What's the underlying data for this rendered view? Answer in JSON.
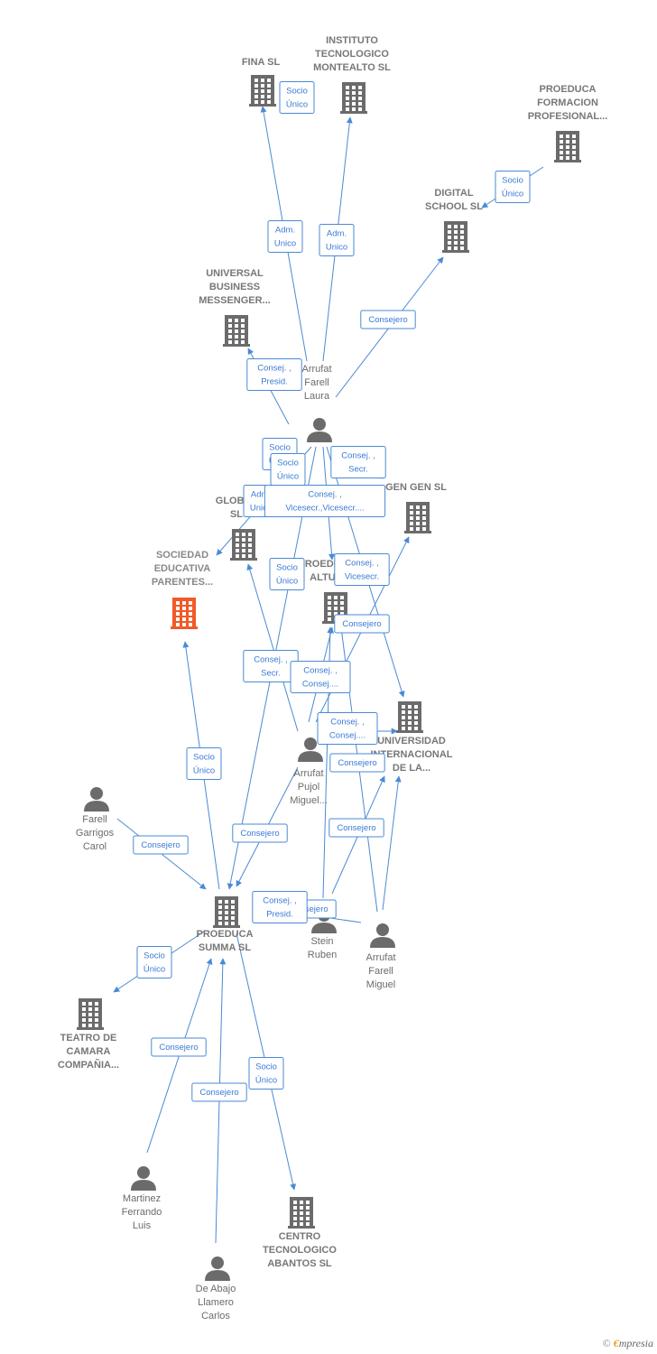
{
  "nodes": [
    {
      "id": "fina",
      "type": "company",
      "label": [
        "FINA SL"
      ],
      "style": "bold"
    },
    {
      "id": "instituto",
      "type": "company",
      "label": [
        "INSTITUTO",
        "TECNOLOGICO",
        "MONTEALTO SL"
      ],
      "style": "bold"
    },
    {
      "id": "proeduca_formacion",
      "type": "company",
      "label": [
        "PROEDUCA",
        "FORMACION",
        "PROFESIONAL..."
      ],
      "style": "bold"
    },
    {
      "id": "digital",
      "type": "company",
      "label": [
        "DIGITAL",
        "SCHOOL SL"
      ],
      "style": "bold"
    },
    {
      "id": "universal",
      "type": "company",
      "label": [
        "UNIVERSAL",
        "BUSINESS",
        "MESSENGER..."
      ],
      "style": "bold"
    },
    {
      "id": "laura",
      "type": "person",
      "label": [
        "Arrufat",
        "Farell",
        "Laura"
      ],
      "style": "normal"
    },
    {
      "id": "gengen",
      "type": "company",
      "label": [
        "GEN GEN  SL"
      ],
      "style": "bold"
    },
    {
      "id": "global",
      "type": "company",
      "label": [
        "GLOBAL",
        "SL"
      ],
      "style": "bold"
    },
    {
      "id": "sociedad",
      "type": "company",
      "label": [
        "SOCIEDAD",
        "EDUCATIVA",
        "PARENTES..."
      ],
      "style": "highlight"
    },
    {
      "id": "proeduca_altum",
      "type": "company",
      "label": [
        "PROEDUCA",
        "ALTUM"
      ],
      "style": "bold"
    },
    {
      "id": "universidad",
      "type": "company",
      "label": [
        "UNIVERSIDAD",
        "INTERNACIONAL",
        "DE LA..."
      ],
      "style": "bold"
    },
    {
      "id": "pujol",
      "type": "person",
      "label": [
        "Arrufat",
        "Pujol",
        "Miguel..."
      ],
      "style": "normal"
    },
    {
      "id": "farell_carol",
      "type": "person",
      "label": [
        "Farell",
        "Garrigos",
        "Carol"
      ],
      "style": "normal"
    },
    {
      "id": "summa",
      "type": "company",
      "label": [
        "PROEDUCA",
        "SUMMA  SL"
      ],
      "style": "bold"
    },
    {
      "id": "stein",
      "type": "person",
      "label": [
        "Stein",
        "Ruben"
      ],
      "style": "normal"
    },
    {
      "id": "farell_miguel",
      "type": "person",
      "label": [
        "Arrufat",
        "Farell",
        "Miguel"
      ],
      "style": "normal"
    },
    {
      "id": "teatro",
      "type": "company",
      "label": [
        "TEATRO DE",
        "CAMARA",
        "COMPAÑIA..."
      ],
      "style": "bold"
    },
    {
      "id": "martinez",
      "type": "person",
      "label": [
        "Martinez",
        "Ferrando",
        "Luis"
      ],
      "style": "normal"
    },
    {
      "id": "centro",
      "type": "company",
      "label": [
        "CENTRO",
        "TECNOLOGICO",
        "ABANTOS SL"
      ],
      "style": "bold"
    },
    {
      "id": "abajo",
      "type": "person",
      "label": [
        "De Abajo",
        "Llamero",
        "Carlos"
      ],
      "style": "normal"
    }
  ],
  "edges": [
    {
      "from": "laura",
      "to": "fina",
      "label": [
        "Adm.",
        "Unico"
      ]
    },
    {
      "from": "laura",
      "to": "instituto",
      "label": [
        "Adm.",
        "Unico"
      ]
    },
    {
      "from": "laura",
      "to": "digital",
      "label": [
        "Consejero"
      ]
    },
    {
      "from": "proeduca_formacion",
      "to": "digital",
      "label": [
        "Socio",
        "Único"
      ]
    },
    {
      "from": "laura",
      "to": "universal",
      "label": [
        "Consej. ,",
        "Presid."
      ]
    },
    {
      "from": "laura",
      "to": "global",
      "label": [
        "Adm.",
        "Unico"
      ]
    },
    {
      "from": "laura",
      "to": "gengen",
      "label": [
        "Consej. ,",
        "Secr."
      ]
    },
    {
      "from": "laura",
      "to": "proeduca_altum",
      "label": [
        "Consej. ,",
        "Vicesecr.,Vicesecr...."
      ]
    },
    {
      "from": "laura",
      "to": "universidad",
      "label": [
        "Socio",
        "Único"
      ]
    },
    {
      "from": "laura",
      "to": "summa",
      "label": [
        "Socio",
        "Único"
      ]
    },
    {
      "from": "pujol",
      "to": "global",
      "label": [
        "Socio",
        "Único"
      ]
    },
    {
      "from": "pujol",
      "to": "proeduca_altum",
      "label": [
        "Consej. ,",
        "Secr."
      ]
    },
    {
      "from": "pujol",
      "to": "gengen",
      "label": [
        "Consej. ,",
        "Vicesecr."
      ]
    },
    {
      "from": "pujol",
      "to": "universidad",
      "label": [
        "Consej. ,",
        "Consej...."
      ]
    },
    {
      "from": "pujol",
      "to": "summa",
      "label": [
        "Consejero"
      ]
    },
    {
      "from": "stein",
      "to": "proeduca_altum",
      "label": [
        "Consejero"
      ]
    },
    {
      "from": "stein",
      "to": "universidad",
      "label": [
        "Consejero"
      ]
    },
    {
      "from": "farell_miguel",
      "to": "proeduca_altum",
      "label": [
        "Consej. ,",
        "Consej...."
      ]
    },
    {
      "from": "farell_miguel",
      "to": "universidad",
      "label": [
        "Consejero"
      ]
    },
    {
      "from": "farell_miguel",
      "to": "summa",
      "label": [
        "Consejero"
      ]
    },
    {
      "from": "stein",
      "to": "summa",
      "label": [
        "Consej. ,",
        "Presid."
      ]
    },
    {
      "from": "summa",
      "to": "sociedad",
      "label": [
        "Socio",
        "Único"
      ]
    },
    {
      "from": "farell_carol",
      "to": "summa",
      "label": [
        "Consejero"
      ]
    },
    {
      "from": "summa",
      "to": "teatro",
      "label": [
        "Socio",
        "Único"
      ]
    },
    {
      "from": "martinez",
      "to": "summa",
      "label": [
        "Consejero"
      ]
    },
    {
      "from": "abajo",
      "to": "summa",
      "label": [
        "Consejero"
      ]
    },
    {
      "from": "summa",
      "to": "centro",
      "label": [
        "Socio",
        "Único"
      ]
    },
    {
      "from": "fina",
      "to": "fina",
      "label": [
        "Socio",
        "Único"
      ],
      "self": true
    }
  ],
  "footer": {
    "copyright": "©",
    "brand_e": "€",
    "brand_rest": "mpresia"
  },
  "colors": {
    "edge": "#4a8ad4",
    "company": "#6b6b6b",
    "highlight": "#f05a28",
    "person": "#6b6b6b"
  }
}
